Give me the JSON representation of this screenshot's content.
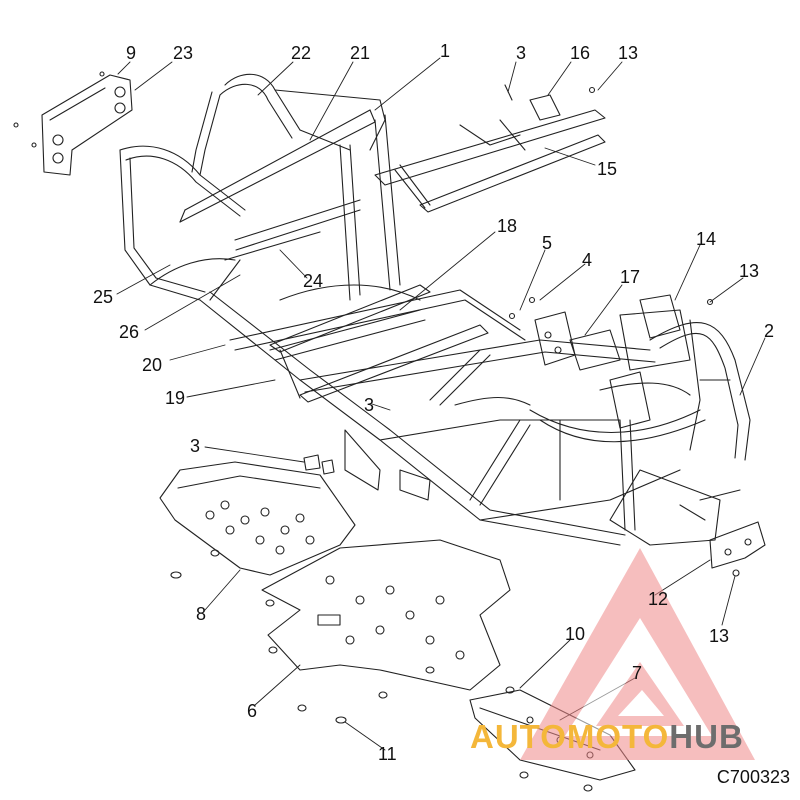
{
  "diagram": {
    "code": "C700323",
    "callouts": [
      {
        "id": "9",
        "text": "9"
      },
      {
        "id": "23",
        "text": "23"
      },
      {
        "id": "22",
        "text": "22"
      },
      {
        "id": "21",
        "text": "21"
      },
      {
        "id": "1",
        "text": "1"
      },
      {
        "id": "3a",
        "text": "3"
      },
      {
        "id": "16",
        "text": "16"
      },
      {
        "id": "13a",
        "text": "13"
      },
      {
        "id": "15",
        "text": "15"
      },
      {
        "id": "18",
        "text": "18"
      },
      {
        "id": "5",
        "text": "5"
      },
      {
        "id": "4",
        "text": "4"
      },
      {
        "id": "14",
        "text": "14"
      },
      {
        "id": "13b",
        "text": "13"
      },
      {
        "id": "17",
        "text": "17"
      },
      {
        "id": "2",
        "text": "2"
      },
      {
        "id": "25",
        "text": "25"
      },
      {
        "id": "24",
        "text": "24"
      },
      {
        "id": "26",
        "text": "26"
      },
      {
        "id": "20",
        "text": "20"
      },
      {
        "id": "19",
        "text": "19"
      },
      {
        "id": "3b",
        "text": "3"
      },
      {
        "id": "3c",
        "text": "3"
      },
      {
        "id": "8",
        "text": "8"
      },
      {
        "id": "12",
        "text": "12"
      },
      {
        "id": "13c",
        "text": "13"
      },
      {
        "id": "10",
        "text": "10"
      },
      {
        "id": "7",
        "text": "7"
      },
      {
        "id": "6",
        "text": "6"
      },
      {
        "id": "11",
        "text": "11"
      }
    ]
  },
  "watermark": {
    "text_auto": "AUTOMOTO",
    "text_hub": "HUB",
    "color_triangle": "#f08a8a",
    "color_auto": "#f4b73a",
    "color_hub": "#6d6d6d"
  }
}
